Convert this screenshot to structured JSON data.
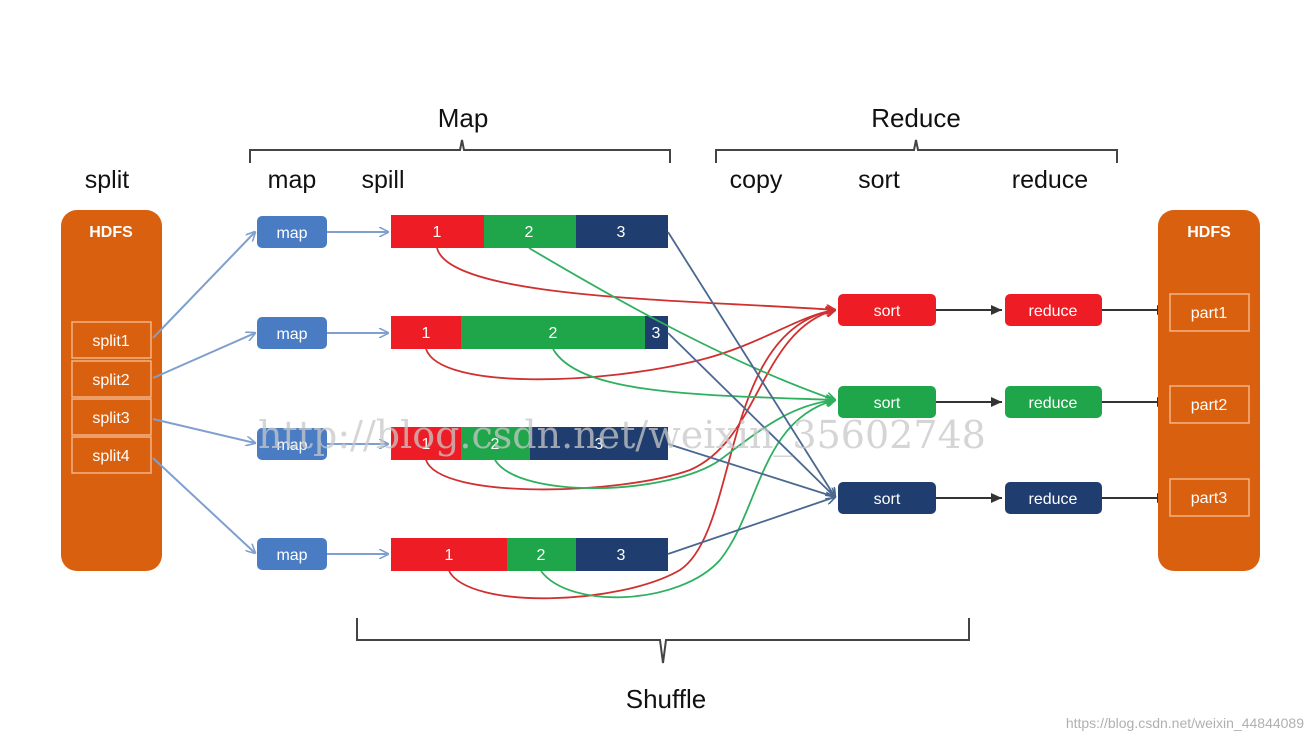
{
  "headers": {
    "map_group": "Map",
    "reduce_group": "Reduce",
    "shuffle_group": "Shuffle"
  },
  "stage_labels": {
    "split": "split",
    "map": "map",
    "spill": "spill",
    "copy": "copy",
    "sort": "sort",
    "reduce": "reduce"
  },
  "hdfs_left": {
    "title": "HDFS",
    "splits": [
      "split1",
      "split2",
      "split3",
      "split4"
    ]
  },
  "map_boxes": [
    "map",
    "map",
    "map",
    "map"
  ],
  "spills": [
    [
      {
        "label": "1",
        "color": "red"
      },
      {
        "label": "2",
        "color": "green"
      },
      {
        "label": "3",
        "color": "navy"
      }
    ],
    [
      {
        "label": "1",
        "color": "red"
      },
      {
        "label": "2",
        "color": "green"
      },
      {
        "label": "3",
        "color": "navy"
      }
    ],
    [
      {
        "label": "1",
        "color": "red"
      },
      {
        "label": "2",
        "color": "green"
      },
      {
        "label": "3",
        "color": "navy"
      }
    ],
    [
      {
        "label": "1",
        "color": "red"
      },
      {
        "label": "2",
        "color": "green"
      },
      {
        "label": "3",
        "color": "navy"
      }
    ]
  ],
  "sort_boxes": [
    "sort",
    "sort",
    "sort"
  ],
  "reduce_boxes": [
    "reduce",
    "reduce",
    "reduce"
  ],
  "hdfs_right": {
    "title": "HDFS",
    "parts": [
      "part1",
      "part2",
      "part3"
    ]
  },
  "watermark": "http://blog.csdn.net/weixin_35602748",
  "source_url": "https://blog.csdn.net/weixin_44844089",
  "colors": {
    "hdfs": "#d9600f",
    "map_box": "#4a7cc3",
    "red": "#ee1c24",
    "green": "#1fa64a",
    "navy": "#1f3d6e",
    "arrow_blue": "#7f9fcf",
    "dark_arrow": "#333333"
  }
}
